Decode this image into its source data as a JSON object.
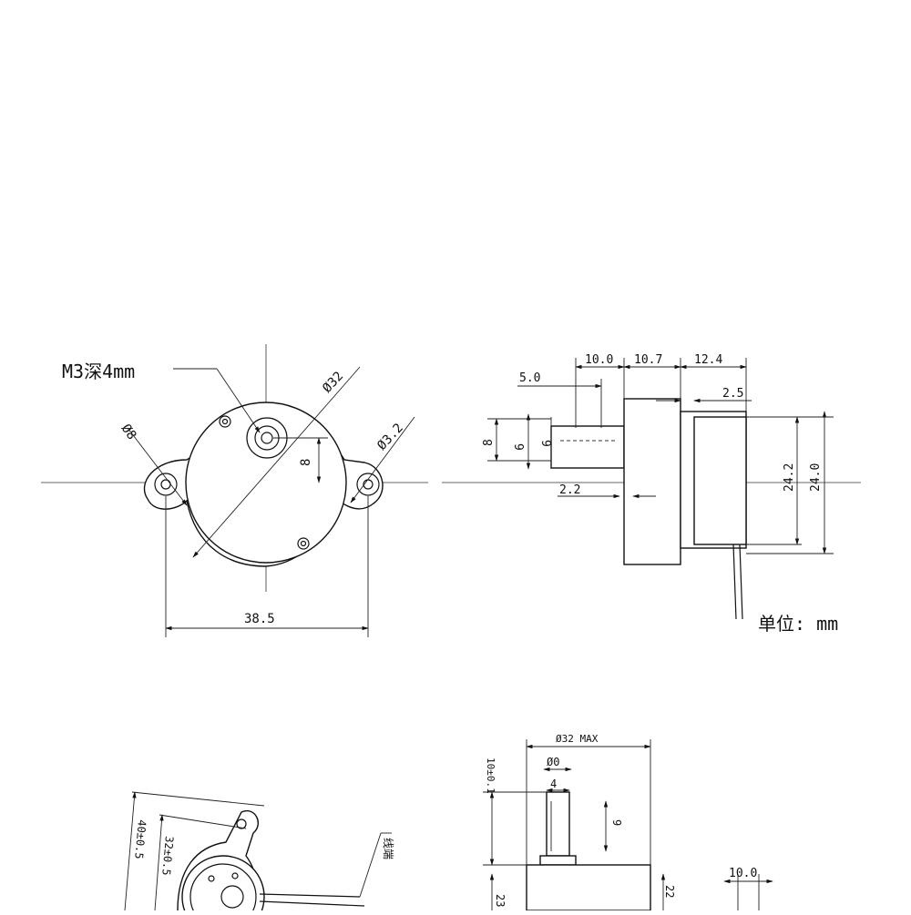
{
  "drawing": {
    "front_view": {
      "callout_m3": "M3深4mm",
      "dia_body": "Ø32",
      "dia_hole": "Ø8",
      "dia_mount": "Ø3.2",
      "dim_8": "8",
      "dim_width": "38.5"
    },
    "side_view": {
      "dim_10_0": "10.0",
      "dim_10_7": "10.7",
      "dim_12_4": "12.4",
      "dim_5_0": "5.0",
      "dim_2_5": "2.5",
      "dim_8": "8",
      "dim_9a": "9",
      "dim_9b": "9",
      "dim_2_2": "2.2",
      "dim_24_2": "24.2",
      "dim_24_0": "24.0"
    },
    "unit_note": "单位: mm",
    "lower_left": {
      "dim_a": "40±0.5",
      "dim_b": "32±0.5",
      "lead_label": "线端"
    },
    "lower_middle": {
      "dim_top": "Ø32 MAX",
      "dim_shaft": "Ø0",
      "dim_4": "4",
      "dim_9": "9",
      "dim_height": "10±0.1",
      "dim_22": "22",
      "dim_23": "23"
    },
    "lower_right": {
      "dim_10": "10.0"
    }
  }
}
